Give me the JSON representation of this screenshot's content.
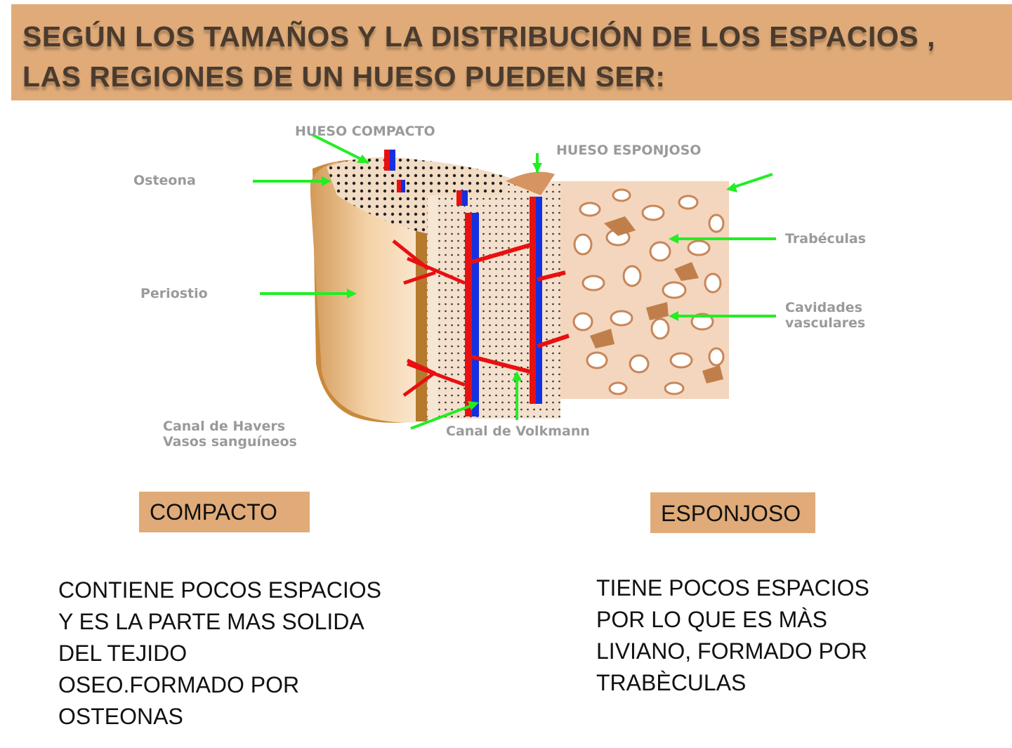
{
  "slide": {
    "title": "SEGÚN LOS TAMAÑOS Y LA DISTRIBUCIÓN DE LOS ESPACIOS , LAS REGIONES DE UN HUESO PUEDEN SER:"
  },
  "diagram": {
    "labels": {
      "hueso_compacto": "HUESO COMPACTO",
      "hueso_esponjoso": "HUESO ESPONJOSO",
      "osteona": "Osteona",
      "trabeculas": "Trabéculas",
      "periostio": "Periostio",
      "cavidades_1": "Cavidades",
      "cavidades_2": "vasculares",
      "havers_1": "Canal de Havers",
      "havers_2": "Vasos sanguíneos",
      "volkmann": "Canal de Volkmann"
    },
    "colors": {
      "arrow": "#22ee22",
      "artery": "#e81010",
      "vein": "#1530e0",
      "bone": "#d99a55",
      "label": "#9a9a9a"
    }
  },
  "sections": {
    "compacto": {
      "label": "COMPACTO",
      "description": "CONTIENE POCOS ESPACIOS\nY ES LA PARTE MAS SOLIDA\nDEL TEJIDO\nOSEO.FORMADO POR\nOSTEONAS"
    },
    "esponjoso": {
      "label": "ESPONJOSO",
      "description": "TIENE POCOS ESPACIOS\nPOR LO QUE ES MÀS\nLIVIANO, FORMADO POR\nTRABÈCULAS"
    }
  },
  "theme": {
    "accent": "#e0ab78",
    "title_text": "#4a3b2e"
  }
}
